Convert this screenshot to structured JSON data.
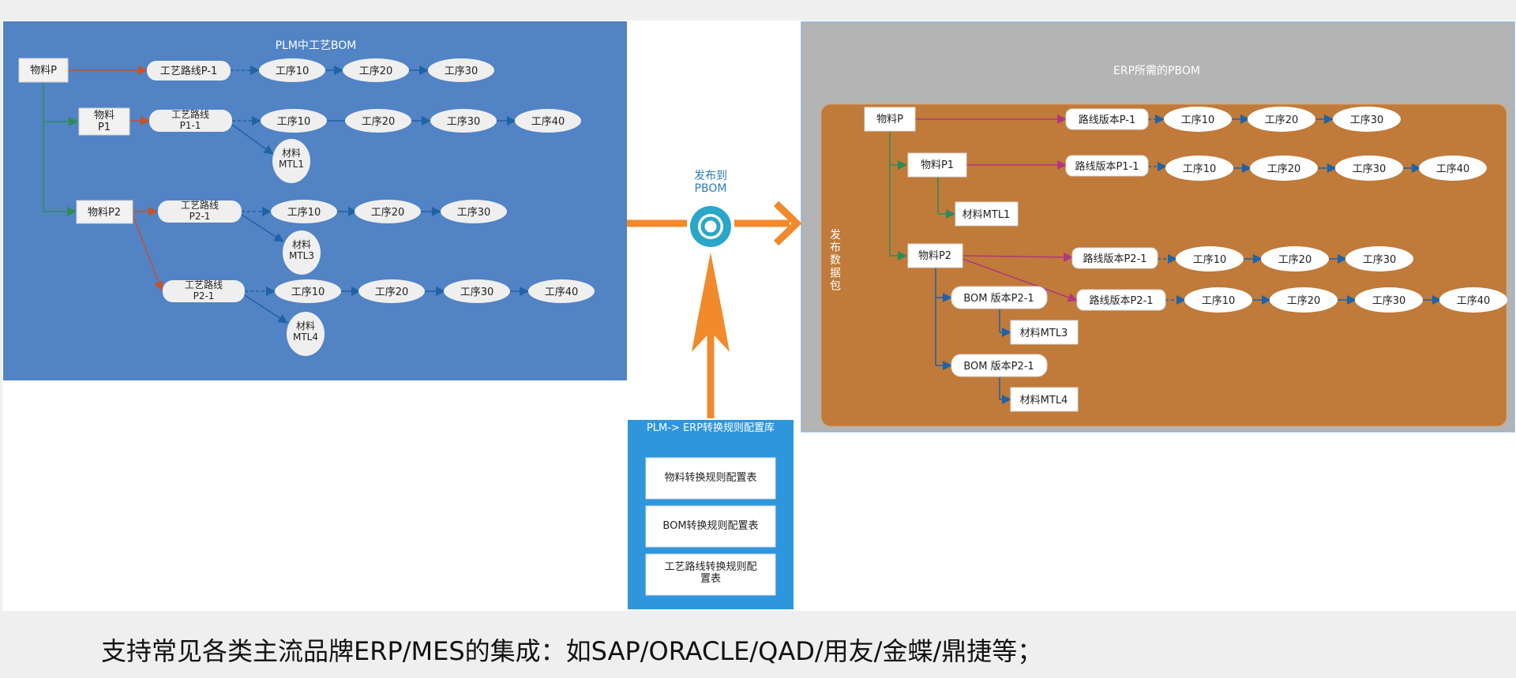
{
  "plm": {
    "title": "PLM中工艺BOM",
    "material_p": "物料P",
    "route_p": "工艺路线P-1",
    "ops_p": [
      "工序10",
      "工序20",
      "工序30"
    ],
    "material_p1": "物料\nP1",
    "route_p1": "工艺路线\nP1-1",
    "ops_p1": [
      "工序10",
      "工序20",
      "工序30",
      "工序40"
    ],
    "mtl1": "材料\nMTL1",
    "material_p2": "物料P2",
    "route_p2a": "工艺路线\nP2-1",
    "ops_p2a": [
      "工序10",
      "工序20",
      "工序30"
    ],
    "mtl3": "材料\nMTL3",
    "route_p2b": "工艺路线\nP2-1",
    "ops_p2b": [
      "工序10",
      "工序20",
      "工序30",
      "工序40"
    ],
    "mtl4": "材料\nMTL4"
  },
  "publish": {
    "label": "发布到\nPBOM"
  },
  "rules": {
    "title": "PLM-> ERP转换规则配置库",
    "items": [
      "物料转换规则配置表",
      "BOM转换规则配置表",
      "工艺路线转换规则配\n置表"
    ]
  },
  "erp": {
    "title": "ERP所需的PBOM",
    "package_label": "发\n布\n数\n据\n包",
    "material_p": "物料P",
    "route_p": "路线版本P-1",
    "ops_p": [
      "工序10",
      "工序20",
      "工序30"
    ],
    "material_p1": "物料P1",
    "route_p1": "路线版本P1-1",
    "ops_p1": [
      "工序10",
      "工序20",
      "工序30",
      "工序40"
    ],
    "mtl1": "材料MTL1",
    "material_p2": "物料P2",
    "route_p2a": "路线版本P2-1",
    "ops_p2a": [
      "工序10",
      "工序20",
      "工序30"
    ],
    "bom_p2a": "BOM 版本P2-1",
    "route_p2b": "路线版本P2-1",
    "ops_p2b": [
      "工序10",
      "工序20",
      "工序30",
      "工序40"
    ],
    "mtl3": "材料MTL3",
    "bom_p2b": "BOM 版本P2-1",
    "mtl4": "材料MTL4"
  },
  "caption": "支持常见各类主流品牌ERP/MES的集成：如SAP/ORACLE/QAD/用友/金蝶/鼎捷等；",
  "colors": {
    "plm_bg": "#5183c5",
    "erp_outer_bg": "#b3b4b3",
    "erp_inner_bg": "#c07a3a",
    "rules_bg": "#2f96de",
    "arrow_orange": "#f08a2c",
    "publish_ring": "#2aa6c8"
  }
}
